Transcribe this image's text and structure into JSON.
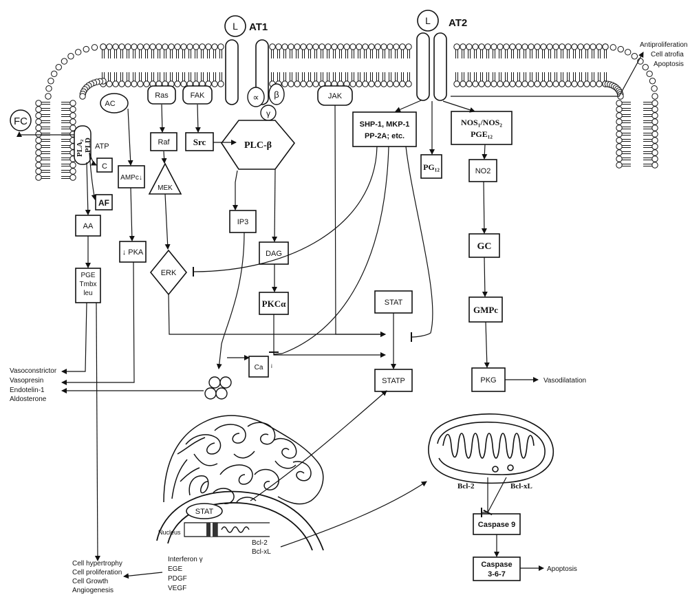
{
  "receptors": {
    "ligand": "L",
    "at1": "AT1",
    "at2": "AT2"
  },
  "membrane": {
    "fc": "FC",
    "pla2": "PLA₂",
    "pld": "PLD",
    "atp": "ATP",
    "ac": "AC"
  },
  "g_protein": {
    "alpha": "∝",
    "beta": "β",
    "gamma": "γ"
  },
  "nodes": {
    "ras": "Ras",
    "fak": "FAK",
    "raf": "Raf",
    "src": "Src",
    "plc": "PLC-β",
    "mek": "MEK",
    "erk": "ERK",
    "ip3": "IP3",
    "dag": "DAG",
    "pkc": "PKCα",
    "c": "C",
    "af": "AF",
    "aa": "AA",
    "ampc": "AMPc↓",
    "pka": "↓ PKA",
    "pge_1": "PGE",
    "pge_2": "Tmbx",
    "pge_3": "leu",
    "jak": "JAK",
    "shp_1": "SHP-1, MKP-1",
    "shp_2": "PP-2A; etc.",
    "pg12": "PG₁₂",
    "nos_1": "NOS₁/NOS₂",
    "nos_2": "PGE₁₂",
    "no2": "NO2",
    "gc": "GC",
    "gmpc": "GMPc",
    "pkg": "PKG",
    "stat": "STAT",
    "statp": "STATP",
    "ca": "Ca",
    "ca_sub": "i",
    "caspase9": "Caspase 9",
    "caspase367_1": "Caspase",
    "caspase367_2": "3-6-7",
    "nucleus_stat": "STAT"
  },
  "outputs": {
    "antiproliferation": [
      "Antiproliferation",
      "Cell atrofia",
      "Apoptosis"
    ],
    "vaso": [
      "Vasoconstrictor",
      "Vasopresin",
      "Endotelin-1",
      "Aldosterone"
    ],
    "vasodilatation": "Vasodilatation",
    "cell_effects": [
      "Cell hypertrophy",
      "Cell proliferation",
      "Cell Growth",
      "Angiogenesis"
    ],
    "growth_factors": [
      "Interferon γ",
      "EGE",
      "PDGF",
      "VEGF"
    ],
    "bcl_genes": [
      "Bcl-2",
      "Bcl-xL"
    ],
    "bcl2": "Bcl-2",
    "bclxl": "Bcl-xL",
    "apoptosis": "Apoptosis",
    "nucleus": "Nucleus"
  }
}
